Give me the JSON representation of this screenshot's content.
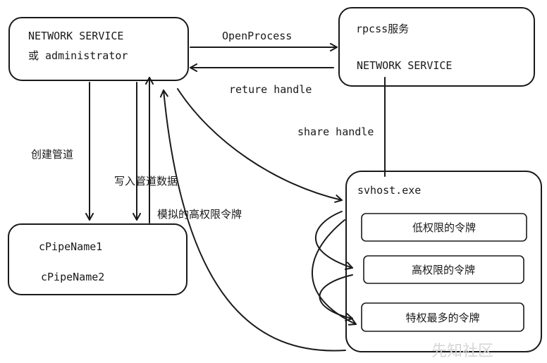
{
  "nodes": {
    "client": {
      "line1": "NETWORK SERVICE",
      "line2": "或 administrator"
    },
    "rpcss": {
      "line1": "rpcss服务",
      "line2": "NETWORK SERVICE"
    },
    "pipes": {
      "line1": "cPipeName1",
      "line2": "cPipeName2"
    },
    "svhost": {
      "title": "svhost.exe",
      "tokens": [
        "低权限的令牌",
        "高权限的令牌",
        "特权最多的令牌"
      ]
    }
  },
  "edges": {
    "open_process": "OpenProcess",
    "return_handle": "reture handle",
    "share_handle": "share handle",
    "create_pipe": "创建管道",
    "write_pipe": "写入管道数据",
    "impersonate": "模拟的高权限令牌"
  },
  "watermark": "先知社区"
}
